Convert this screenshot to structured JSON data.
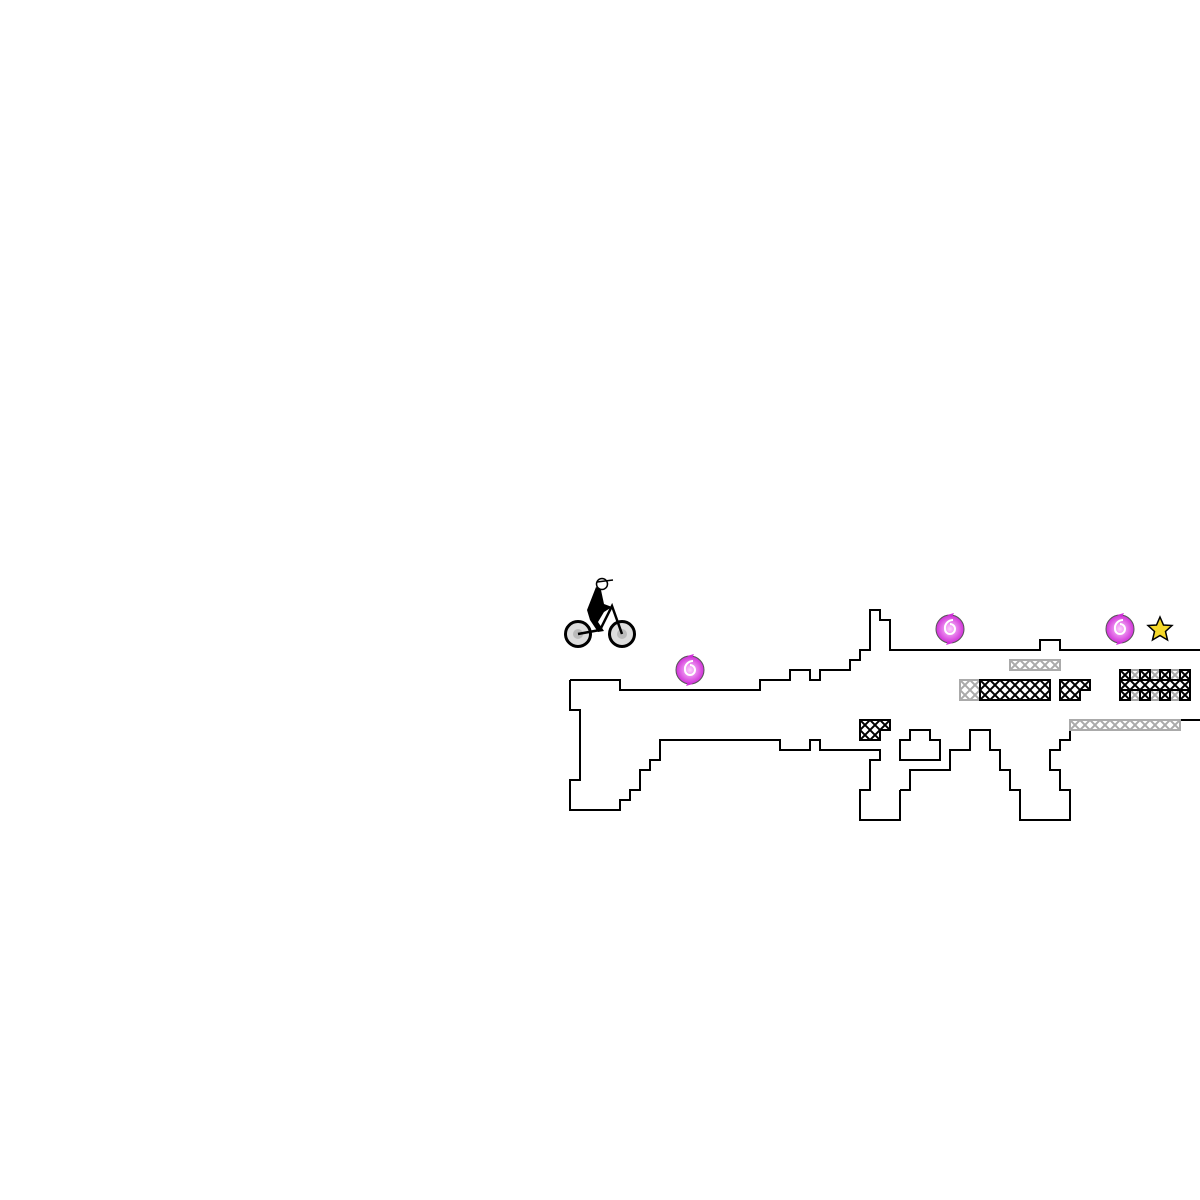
{
  "game": {
    "colors": {
      "background": "#ffffff",
      "track": "#000000",
      "scenery": "#aaaaaa",
      "portal": "#e040e8",
      "portal_light": "#ffb0ff",
      "star": "#f5d82a"
    },
    "objects": {
      "rider": "bmx-rider",
      "portals": [
        "teleport-portal",
        "teleport-portal",
        "teleport-portal"
      ],
      "goal": "star-goal"
    }
  }
}
